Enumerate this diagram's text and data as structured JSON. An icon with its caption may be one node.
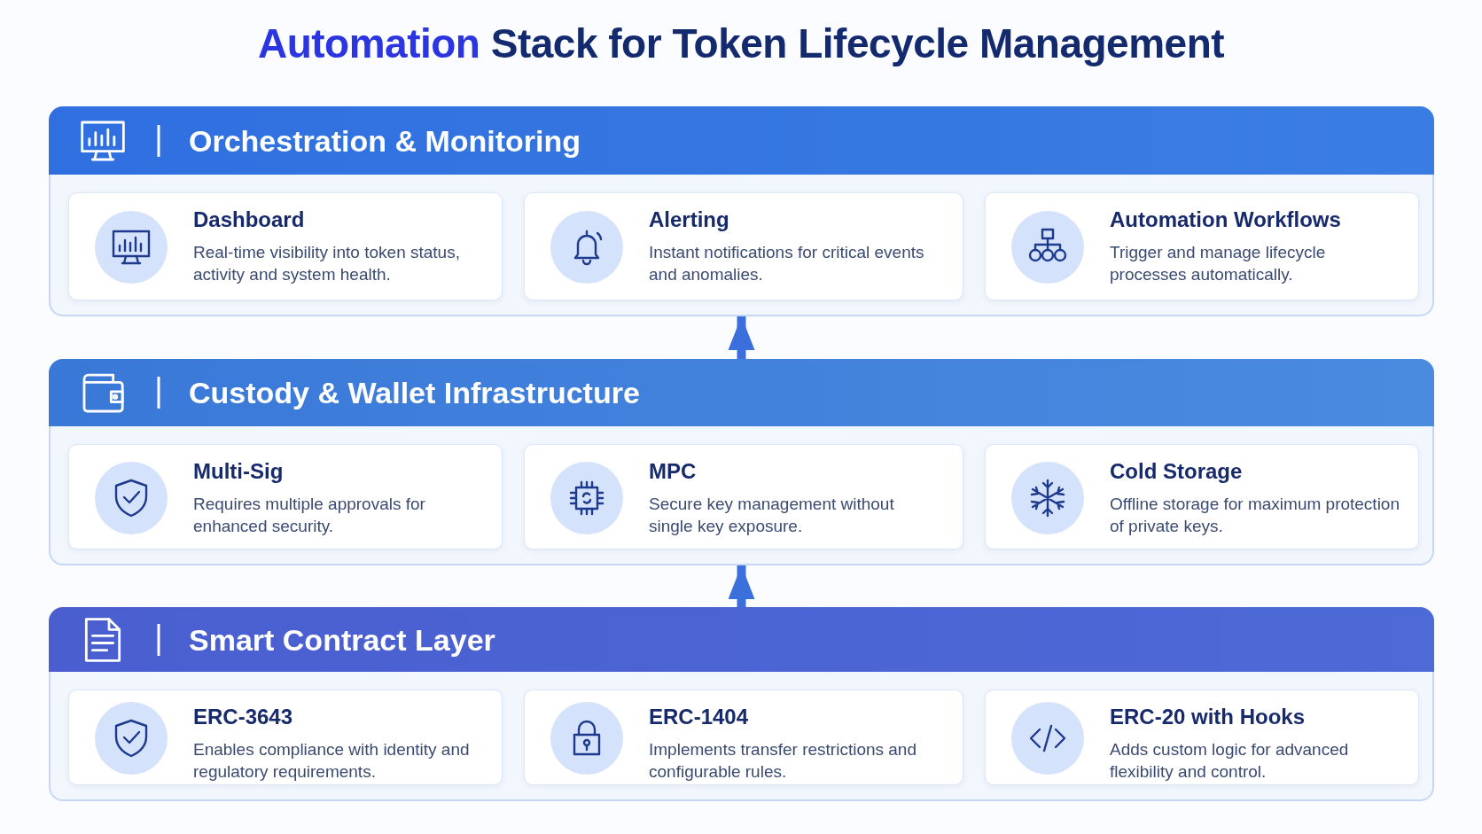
{
  "diagram": {
    "title": "Automation Stack for Token Lifecycle Management",
    "nodes": [
      {
        "text": [
          "Orchestration & Monitoring"
        ]
      },
      {
        "text": [
          "Dashboard",
          "Real-time visibility into token status, activity and system health."
        ],
        "in": 0
      },
      {
        "text": [
          "Alerting",
          "Instant notifications for critical events and anomalies."
        ],
        "in": 0
      },
      {
        "text": [
          "Automation Workflows",
          "Trigger and manage lifecycle processes automatically."
        ],
        "in": 0
      },
      {
        "text": [
          "Custody & Wallet Infrastructure"
        ]
      },
      {
        "text": [
          "Multi-Sig",
          "Requires multiple approvals for enhanced security."
        ],
        "in": 4
      },
      {
        "text": [
          "MPC",
          "Secure key management without single key exposure."
        ],
        "in": 4
      },
      {
        "text": [
          "Cold Storage",
          "Offline storage for maximum protection of private keys."
        ],
        "in": 4
      },
      {
        "text": [
          "Smart Contract Layer"
        ]
      },
      {
        "text": [
          "ERC-3643",
          "Enables compliance with identity and regulatory requirements."
        ],
        "in": 8
      },
      {
        "text": [
          "ERC-1404",
          "Implements transfer restrictions and configurable rules."
        ],
        "in": 8
      },
      {
        "text": [
          "ERC-20 with Hooks",
          "Adds custom logic for advanced flexibility and control."
        ],
        "in": 8
      }
    ],
    "edges": [
      {
        "from": 4,
        "to": 0,
        "arrow": "to"
      },
      {
        "from": 8,
        "to": 4,
        "arrow": "to"
      }
    ]
  }
}
